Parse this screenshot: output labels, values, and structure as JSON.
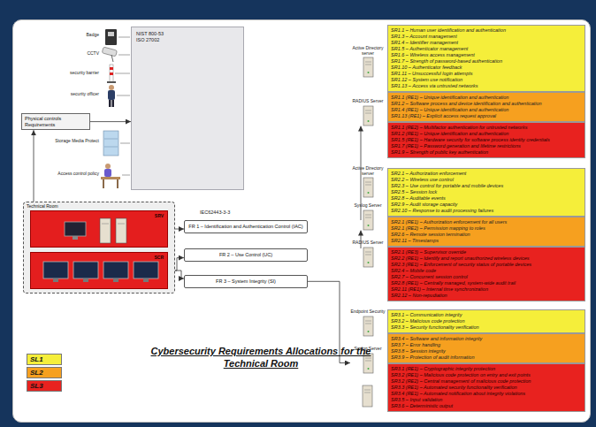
{
  "diagram": {
    "title": "Cybersecurity Requirements Allocations for the Technical Room",
    "nodes": [
      {
        "text": [
          "Physical controls Requirements"
        ]
      },
      {
        "text": [
          "NIST 800-53 ISO 27002"
        ]
      },
      {
        "text": [
          "Technical Room"
        ]
      },
      {
        "text": [
          "SRV"
        ],
        "in": 2
      },
      {
        "text": [
          "SCR"
        ],
        "in": 2
      },
      {
        "text": [
          "FR 1 – Identification and Authentication Control (IAC)"
        ]
      },
      {
        "text": [
          "FR 2 – Use Control (UC)"
        ]
      },
      {
        "text": [
          "FR 3 – System Integrity (SI)"
        ]
      },
      {
        "text": [
          "Active Directory server"
        ]
      },
      {
        "text": [
          "RADIUS Server"
        ]
      },
      {
        "text": [
          "Active Directory server"
        ]
      },
      {
        "text": [
          "Syslog Server"
        ]
      },
      {
        "text": [
          "RADIUS Server"
        ]
      },
      {
        "text": [
          "Endpoint Security"
        ]
      },
      {
        "text": [
          "Syslog Server"
        ]
      },
      {
        "text": [
          "SR1.1 – Human user identification and authentication",
          "SR1.3 – Account management",
          "SR1.4 – Identifier management",
          "SR1.5 – Authenticator management",
          "SR1.6 – Wireless access management",
          "SR1.7 – Strength of password-based authentication",
          "SR1.10 – Authenticator feedback",
          "SR1.11 – Unsuccessful login attempts",
          "SR1.12 – System use notification",
          "SR1.13 – Access via untrusted networks"
        ]
      },
      {
        "text": [
          "SR1.1 (RE1) – Unique identification and authentication",
          "SR1.2 – Software process and device identification and authentication",
          "SR1.4 (RE1) – Unique identification and authentication",
          "SR1.13 (RE1) – Explicit access request approval"
        ]
      },
      {
        "text": [
          "SR1.1 (RE2) – Multifactor authentication for untrusted networks",
          "SR1.2 (RE1) – Unique identification and authentication",
          "SR1.5 (RE1) – Hardware security for software process identity credentials",
          "SR1.7 (RE1) – Password generation and lifetime restrictions",
          "SR1.9 – Strength of public key authentication"
        ]
      },
      {
        "text": [
          "SR2.1 – Authorization enforcement",
          "SR2.2 – Wireless use control",
          "SR2.3 – Use control for portable and mobile devices",
          "SR2.5 – Session lock",
          "SR2.8 – Auditable events",
          "SR2.9 – Audit storage capacity",
          "SR2.10 – Response to audit processing failures"
        ]
      },
      {
        "text": [
          "SR2.1 (RE1) – Authorization enforcement for all users",
          "SR2.1 (RE2) – Permission mapping to roles",
          "SR2.6 – Remote session termination",
          "SR2.11 – Timestamps"
        ]
      },
      {
        "text": [
          "SR2.1 (RE3) – Supervisor override",
          "SR2.2 (RE1) – Identify and report unauthorized wireless devices",
          "SR2.3 (RE1) – Enforcement of security status of portable devices",
          "SR2.4 – Mobile code",
          "SR2.7 – Concurrent session control",
          "SR2.8 (RE1) – Centrally managed, system-wide audit trail",
          "SR2.11 (RE1) – Internal time synchronization",
          "SR2.12 – Non-repudiation"
        ]
      },
      {
        "text": [
          "SR3.1 – Communication integrity",
          "SR3.2 – Malicious code protection",
          "SR3.3 – Security functionality verification"
        ]
      },
      {
        "text": [
          "SR3.4 – Software and information integrity",
          "SR3.7 – Error handling",
          "SR3.8 – Session integrity",
          "SR3.9 – Protection of audit information"
        ]
      },
      {
        "text": [
          "SR3.1 (RE1) – Cryptographic integrity protection",
          "SR3.2 (RE1) – Malicious code protection on entry and exit points",
          "SR3.2 (RE2) – Central management of malicious code protection",
          "SR3.3 (RE1) – Automated security functionality verification",
          "SR3.4 (RE1) – Automated notification about integrity violations",
          "SR3.5 – Input validation",
          "SR3.6 – Deterministic output"
        ]
      }
    ],
    "edges": [
      {
        "from": 2,
        "to": 0,
        "arrow": "to"
      },
      {
        "from": 0,
        "to": 1,
        "arrow": "to"
      },
      {
        "from": 3,
        "to": 5,
        "arrow": "to"
      },
      {
        "from": 4,
        "to": 6,
        "arrow": "to"
      },
      {
        "from": 4,
        "to": 7,
        "arrow": "to"
      },
      {
        "from": 5,
        "to": 9,
        "arrow": "to"
      },
      {
        "from": 6,
        "to": 11,
        "arrow": "to"
      },
      {
        "from": 7,
        "to": 14,
        "arrow": "to"
      }
    ],
    "labels": [
      "Badge",
      "CCTV",
      "security barrier",
      "security officer",
      "Storage Media Protect",
      "Access control policy",
      "IEC62443-3-3"
    ],
    "legend": [
      {
        "text": "SL1",
        "color": "#f5ee3a"
      },
      {
        "text": "SL2",
        "color": "#f6a01f"
      },
      {
        "text": "SL3",
        "color": "#e8221f"
      }
    ]
  }
}
